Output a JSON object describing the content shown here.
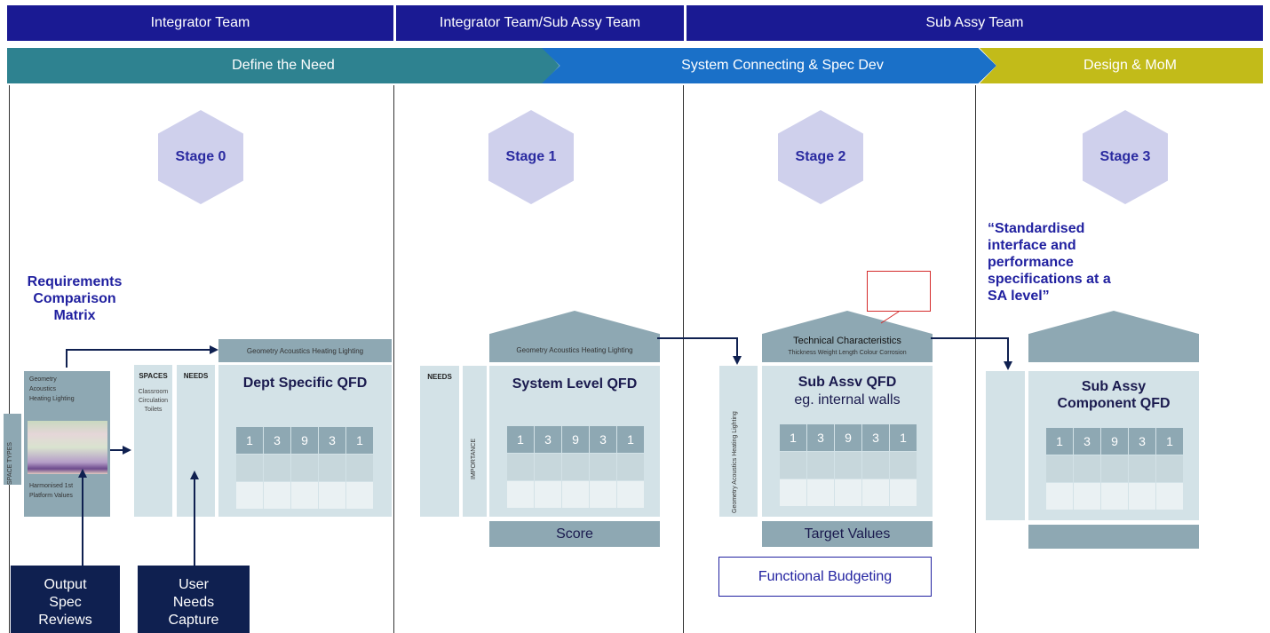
{
  "teams": [
    "Integrator Team",
    "Integrator Team/Sub Assy Team",
    "Sub Assy Team"
  ],
  "phases": [
    "Define the Need",
    "System Connecting & Spec Dev",
    "Design & MoM"
  ],
  "colors": {
    "team_bg": "#1a1a93",
    "phase1": "#2e8290",
    "phase2": "#1a70c8",
    "phase3": "#c2bb19",
    "stage_hex": "#cfd0ec",
    "panel": "#8ea8b3",
    "panel_light": "#d3e2e7",
    "navy": "#0f2050"
  },
  "stages": [
    "Stage 0",
    "Stage 1",
    "Stage 2",
    "Stage 3"
  ],
  "stage0": {
    "req_title": "Requirements Comparison Matrix",
    "top_bar": "Geometry Acoustics Heating Lighting",
    "matrix_top": "Geometry Acoustics Heating Lighting",
    "matrix_bottom": "Harmonised 1st Platform Values",
    "space_types": "SPACE TYPES",
    "spaces_label": "SPACES",
    "spaces_items": "Classroom Circulation Toilets",
    "needs_label": "NEEDS",
    "qfd_title": "Dept Specific QFD",
    "grid": [
      "1",
      "3",
      "9",
      "3",
      "1"
    ],
    "output_box": "Output Spec Reviews",
    "user_box": "User Needs Capture"
  },
  "stage1": {
    "roof": "Geometry Acoustics Heating Lighting",
    "needs_label": "NEEDS",
    "importance_label": "IMPORTANCE",
    "qfd_title": "System Level QFD",
    "grid": [
      "1",
      "3",
      "9",
      "3",
      "1"
    ],
    "bottom": "Score"
  },
  "stage2": {
    "roof_title": "Technical Characteristics",
    "roof_sub": "Thickness Weight Length Colour Corrosion",
    "side_label": "Geometry Acoustics Heating Lighting",
    "qfd_title": "Sub Assv QFD",
    "qfd_sub": "eg. internal walls",
    "grid": [
      "1",
      "3",
      "9",
      "3",
      "1"
    ],
    "bottom": "Target Values",
    "budget": "Functional Budgeting"
  },
  "stage3": {
    "quote": "“Standardised interface and performance specifications at a SA level”",
    "qfd_title": "Sub Assy Component QFD",
    "grid": [
      "1",
      "3",
      "9",
      "3",
      "1"
    ]
  }
}
